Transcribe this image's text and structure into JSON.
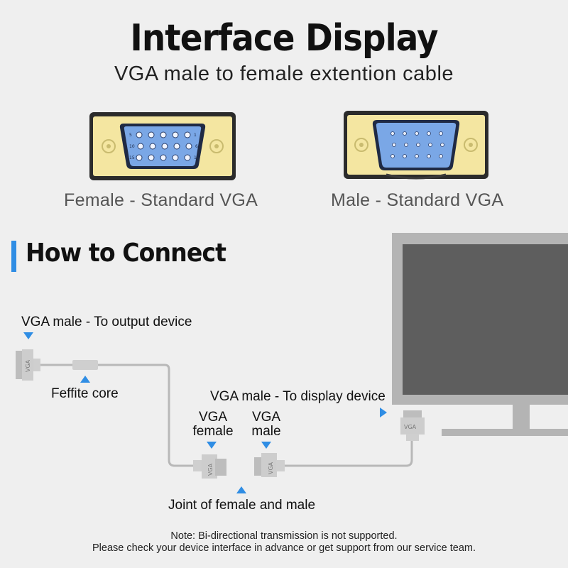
{
  "header": {
    "title": "Interface Display",
    "subtitle": "VGA male to female extention cable"
  },
  "connectors": {
    "female_label": "Female - Standard VGA",
    "male_label": "Male - Standard VGA",
    "female_pin_rows": [
      "5",
      "10",
      "15"
    ],
    "female_pin_rows_right": [
      "1",
      "6",
      "11"
    ]
  },
  "section": {
    "title": "How to Connect"
  },
  "diagram": {
    "output_label": "VGA male - To output device",
    "ferrite_label": "Feffite core",
    "display_label": "VGA male  - To display device",
    "vga_female": "VGA\nfemale",
    "vga_male": "VGA\nmale",
    "joint_label": "Joint of female and male",
    "plug_text": "VGA"
  },
  "footer": {
    "note_line1": "Note: Bi-directional  transmission  is not supported.",
    "note_line2": "Please check your device interface in advance or get support from our service team."
  },
  "colors": {
    "accent": "#2f8de4",
    "connector_yellow": "#f4e6a1",
    "pin_blue": "#7aa7e6",
    "monitor_frame": "#b4b4b4",
    "monitor_screen": "#5e5e5e",
    "cable_grey": "#b8b8b8"
  }
}
